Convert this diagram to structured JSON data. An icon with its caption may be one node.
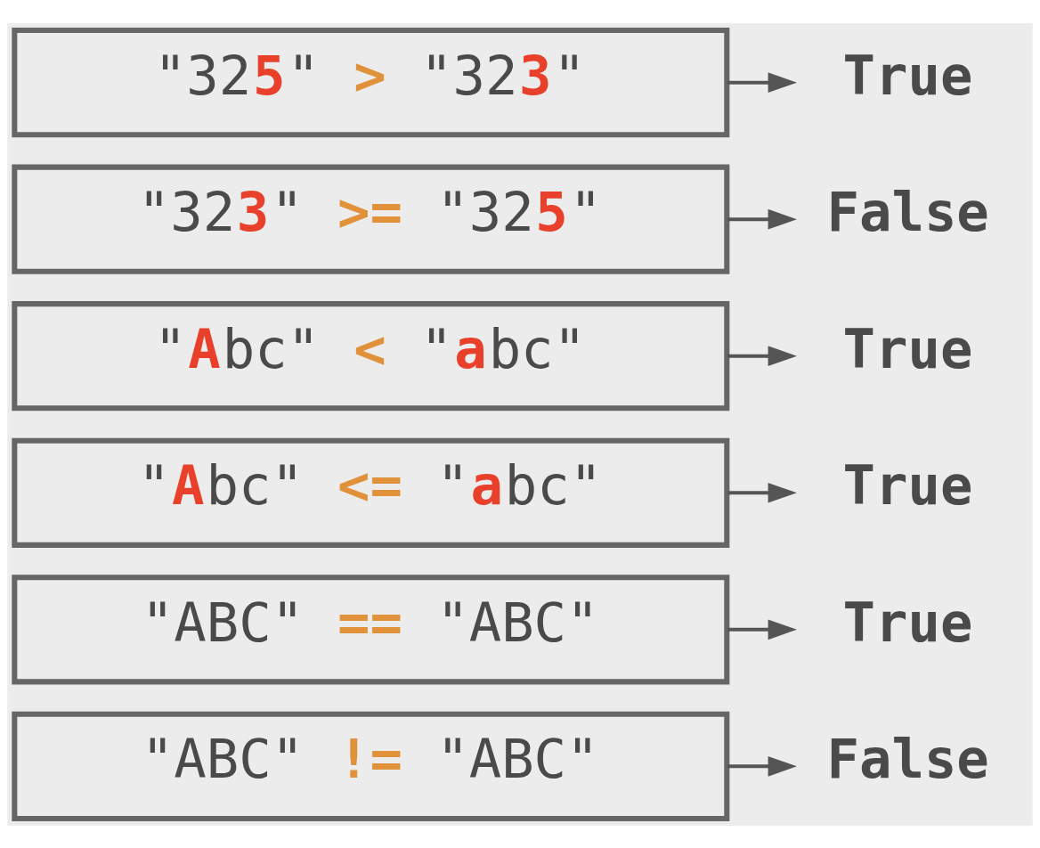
{
  "diagram": {
    "nodes": [
      {
        "text": [
          "\"32**5**\" **>** \"32**3**\""
        ]
      },
      {
        "text": [
          "True"
        ]
      },
      {
        "text": [
          "\"32**3**\" **>=** \"32**5**\""
        ]
      },
      {
        "text": [
          "False"
        ]
      },
      {
        "text": [
          "\"**A**bc\" **<** \"**a**bc\""
        ]
      },
      {
        "text": [
          "True"
        ]
      },
      {
        "text": [
          "\"**A**bc\" **<=** \"**a**bc\""
        ]
      },
      {
        "text": [
          "True"
        ]
      },
      {
        "text": [
          "\"ABC\" **==** \"ABC\""
        ]
      },
      {
        "text": [
          "True"
        ]
      },
      {
        "text": [
          "\"ABC\" **!=** \"ABC\""
        ]
      },
      {
        "text": [
          "False"
        ]
      }
    ],
    "edges": [
      {
        "from": 0,
        "to": 1,
        "arrow": "to"
      },
      {
        "from": 2,
        "to": 3,
        "arrow": "to"
      },
      {
        "from": 4,
        "to": 5,
        "arrow": "to"
      },
      {
        "from": 6,
        "to": 7,
        "arrow": "to"
      },
      {
        "from": 8,
        "to": 9,
        "arrow": "to"
      },
      {
        "from": 10,
        "to": 11,
        "arrow": "to"
      }
    ]
  }
}
